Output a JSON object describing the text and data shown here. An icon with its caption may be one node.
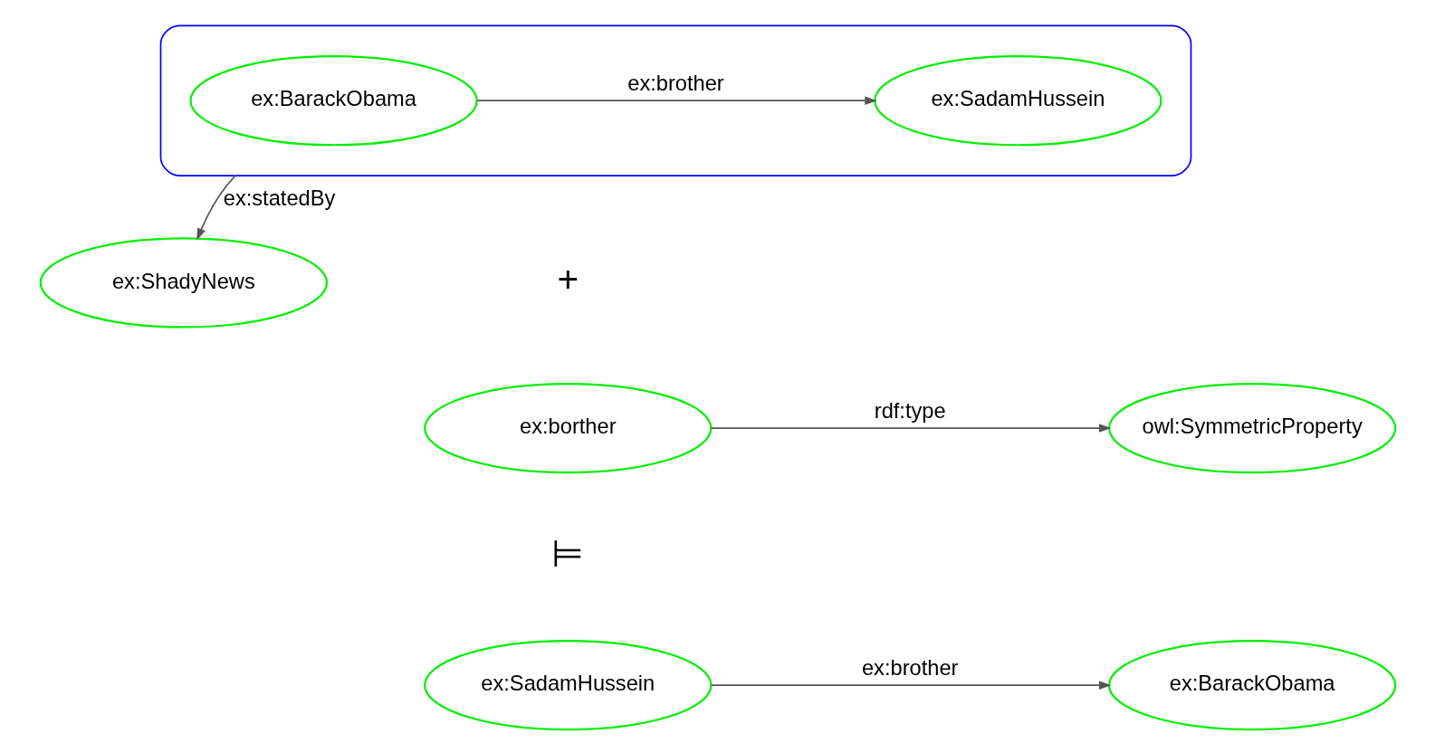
{
  "diagram": {
    "nodes": [
      {
        "text": [],
        "shape": "box"
      },
      {
        "text": [
          "ex:BarackObama"
        ],
        "in": 0
      },
      {
        "text": [
          "ex:SadamHussein"
        ],
        "in": 0
      },
      {
        "text": [
          "ex:ShadyNews"
        ]
      },
      {
        "text": [
          "ex:borther"
        ]
      },
      {
        "text": [
          "owl:SymmetricProperty"
        ]
      },
      {
        "text": [
          "ex:SadamHussein"
        ]
      },
      {
        "text": [
          "ex:BarackObama"
        ]
      }
    ],
    "edges": [
      {
        "from": 1,
        "to": 2,
        "arrow": "to",
        "label": "ex:brother"
      },
      {
        "from": 0,
        "to": 3,
        "arrow": "to",
        "label": "ex:statedBy"
      },
      {
        "from": 4,
        "to": 5,
        "arrow": "to",
        "label": "rdf:type"
      },
      {
        "from": 6,
        "to": 7,
        "arrow": "to",
        "label": "ex:brother"
      }
    ],
    "labels": [
      "+",
      "⊨"
    ]
  }
}
